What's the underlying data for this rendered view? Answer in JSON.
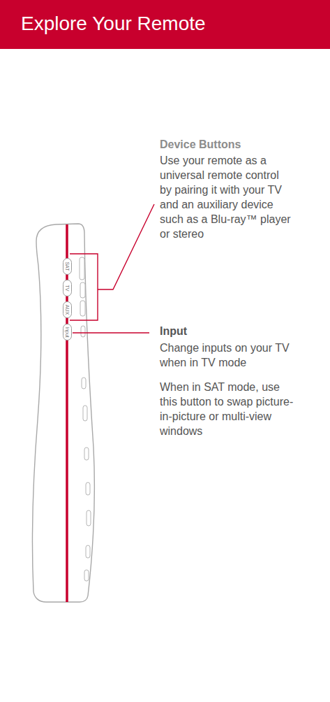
{
  "diagram": {
    "title": "Explore Your Remote",
    "nodes": [
      {
        "text": [
          "SAT"
        ]
      },
      {
        "text": [
          "TV"
        ]
      },
      {
        "text": [
          "AUX"
        ]
      },
      {
        "text": [
          "Input"
        ]
      }
    ],
    "labels": [
      "Device Buttons",
      "Use your remote as a universal remote control by pairing it with your TV and an auxiliary device such as a Blu-ray™ player or stereo",
      "Input",
      "Change inputs on your TV when in TV mode",
      "When in SAT mode, use this button to swap picture-in-picture or multi-view windows"
    ]
  }
}
